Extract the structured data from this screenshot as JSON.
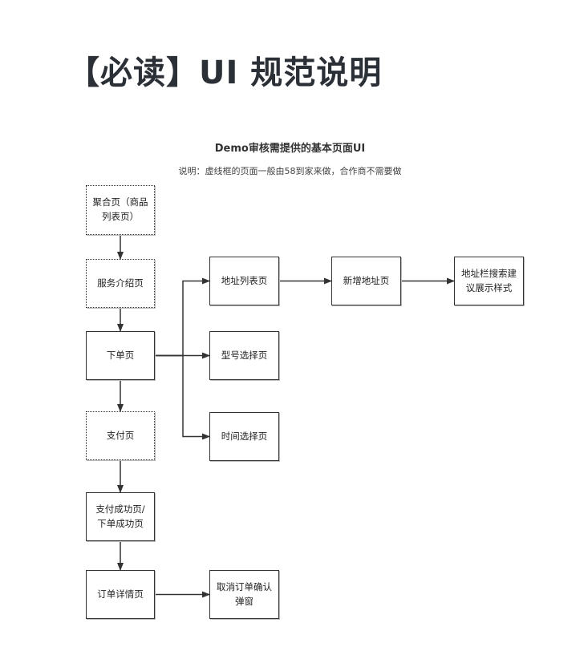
{
  "page": {
    "title": "【必读】UI 规范说明"
  },
  "flowchart": {
    "title": "Demo审核需提供的基本页面UI",
    "note": "说明：虚线框的页面一般由58到家来做，合作商不需要做",
    "nodes": {
      "aggregate": {
        "label": "聚合页（商品列表页）",
        "style": "dotted"
      },
      "service_intro": {
        "label": "服务介绍页",
        "style": "dotted"
      },
      "order": {
        "label": "下单页",
        "style": "solid"
      },
      "payment": {
        "label": "支付页",
        "style": "dotted"
      },
      "payment_success": {
        "label": "支付成功页/下单成功页",
        "style": "solid"
      },
      "order_detail": {
        "label": "订单详情页",
        "style": "solid"
      },
      "cancel_dialog": {
        "label": "取消订单确认弹窗",
        "style": "solid"
      },
      "address_list": {
        "label": "地址列表页",
        "style": "solid"
      },
      "address_add": {
        "label": "新增地址页",
        "style": "solid"
      },
      "address_search": {
        "label": "地址栏搜索建议展示样式",
        "style": "solid"
      },
      "model_select": {
        "label": "型号选择页",
        "style": "solid"
      },
      "time_select": {
        "label": "时间选择页",
        "style": "solid"
      }
    },
    "edges": [
      [
        "aggregate",
        "service_intro"
      ],
      [
        "service_intro",
        "order"
      ],
      [
        "order",
        "payment"
      ],
      [
        "payment",
        "payment_success"
      ],
      [
        "payment_success",
        "order_detail"
      ],
      [
        "order_detail",
        "cancel_dialog"
      ],
      [
        "order",
        "address_list"
      ],
      [
        "order",
        "model_select"
      ],
      [
        "order",
        "time_select"
      ],
      [
        "address_list",
        "address_add"
      ],
      [
        "address_add",
        "address_search"
      ]
    ]
  }
}
